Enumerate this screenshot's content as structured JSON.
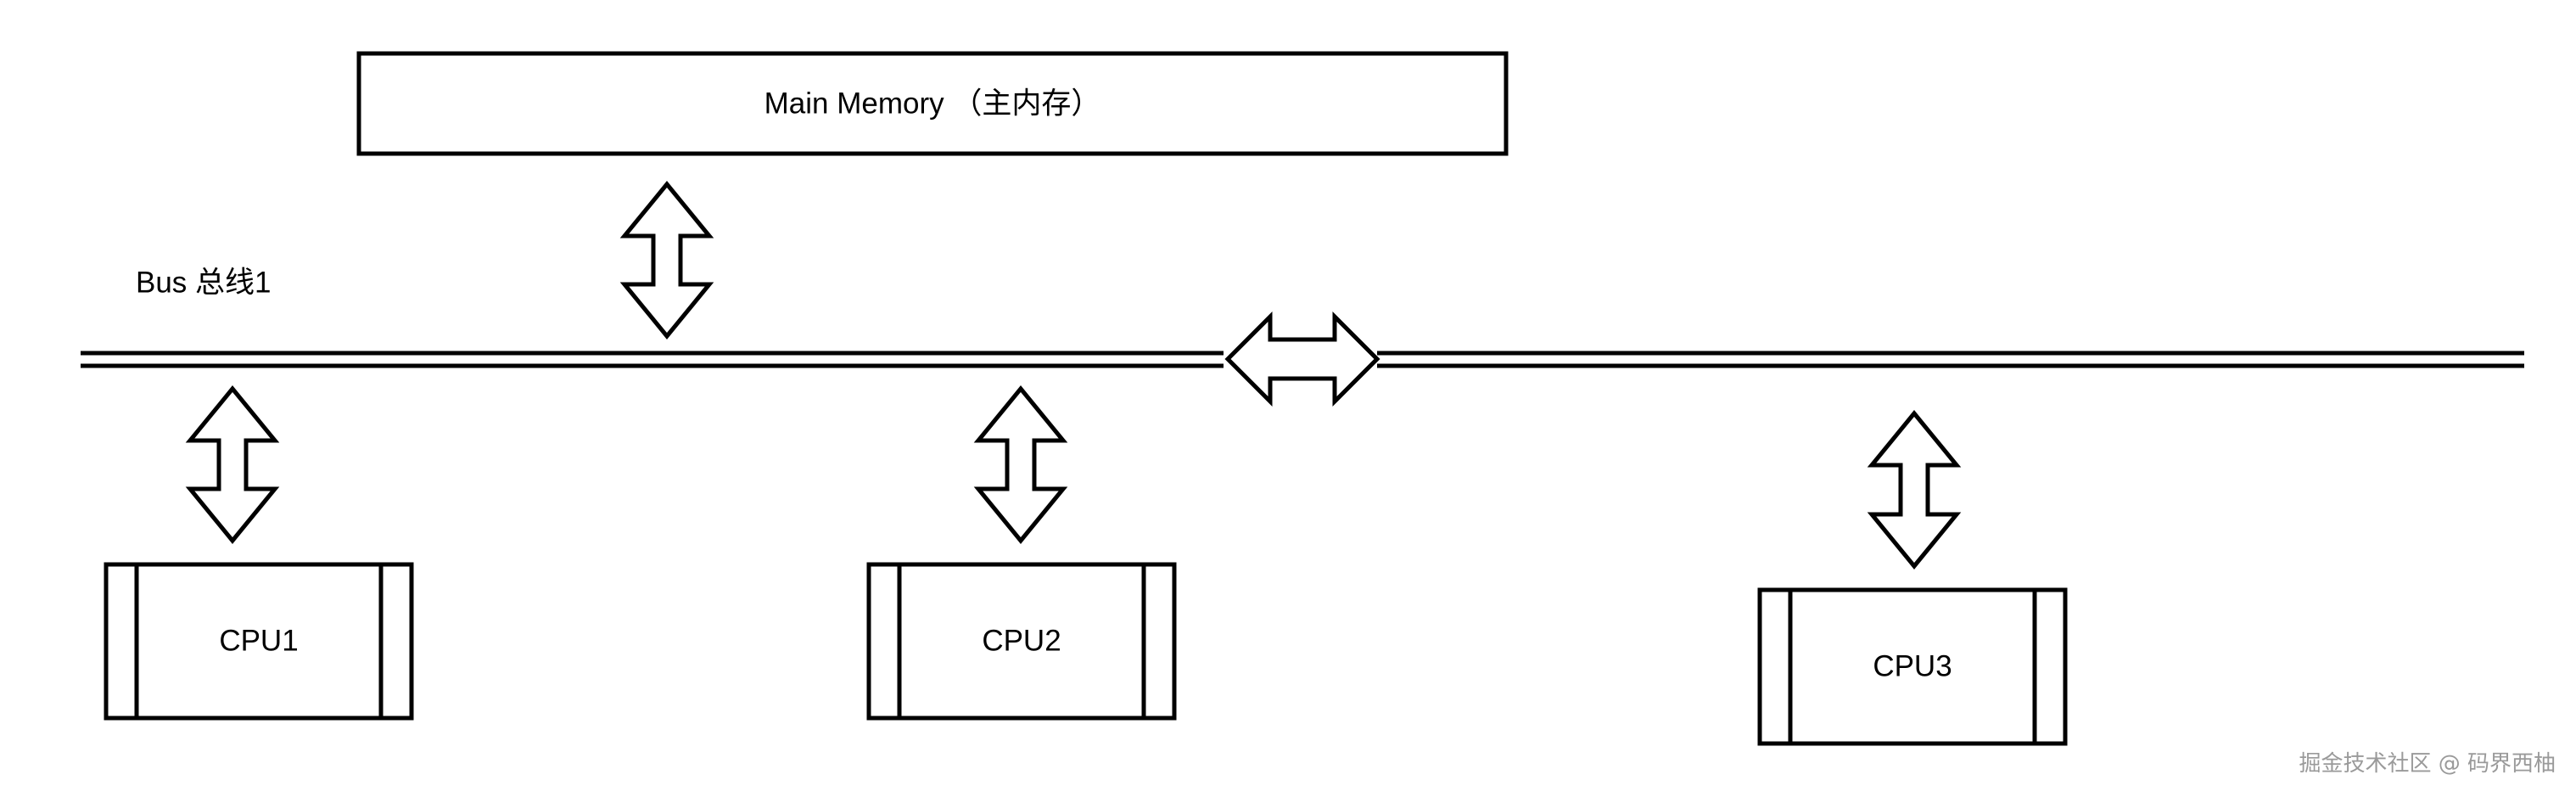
{
  "memory": {
    "label": "Main Memory （主内存）"
  },
  "bus": {
    "label": "Bus 总线1"
  },
  "cpus": [
    {
      "label": "CPU1"
    },
    {
      "label": "CPU2"
    },
    {
      "label": "CPU3"
    }
  ],
  "watermark": {
    "text": "掘金技术社区 @ 码界西柚"
  },
  "colors": {
    "stroke": "#000000",
    "background": "#ffffff",
    "watermark": "#9a9a9a"
  },
  "icons": {
    "vertical_arrow": "double-headed-vertical-arrow",
    "horizontal_arrow": "double-headed-horizontal-arrow"
  }
}
